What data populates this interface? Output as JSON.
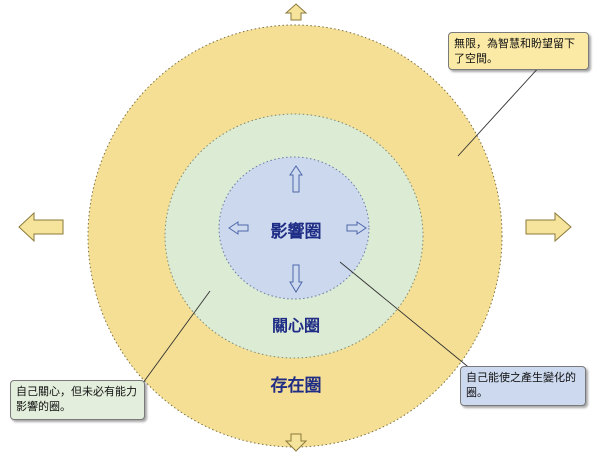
{
  "circles": {
    "existence": {
      "label": "存在圈",
      "color": "#f5df94"
    },
    "concern": {
      "label": "關心圈",
      "color": "#dcebd4"
    },
    "influence": {
      "label": "影響圈",
      "color": "#cbd8ee"
    }
  },
  "callouts": {
    "existence": "無限，為智慧和盼望留下了空間。",
    "concern": "自己關心，但未必有能力影響的圈。",
    "influence": "自己能使之產生變化的圈。"
  },
  "colors": {
    "arrow_fill": "#f7e49c",
    "arrow_stroke": "#8a7a3a",
    "inner_arrow_fill": "#cdd9ef",
    "inner_arrow_stroke": "#4f66a8",
    "label_color": "#1f2d86"
  },
  "icons": {
    "outer_arrows": [
      "arrow-up-icon",
      "arrow-down-icon",
      "arrow-left-icon",
      "arrow-right-icon"
    ],
    "inner_arrows": [
      "arrow-up-icon",
      "arrow-down-icon",
      "arrow-left-icon",
      "arrow-right-icon"
    ]
  }
}
